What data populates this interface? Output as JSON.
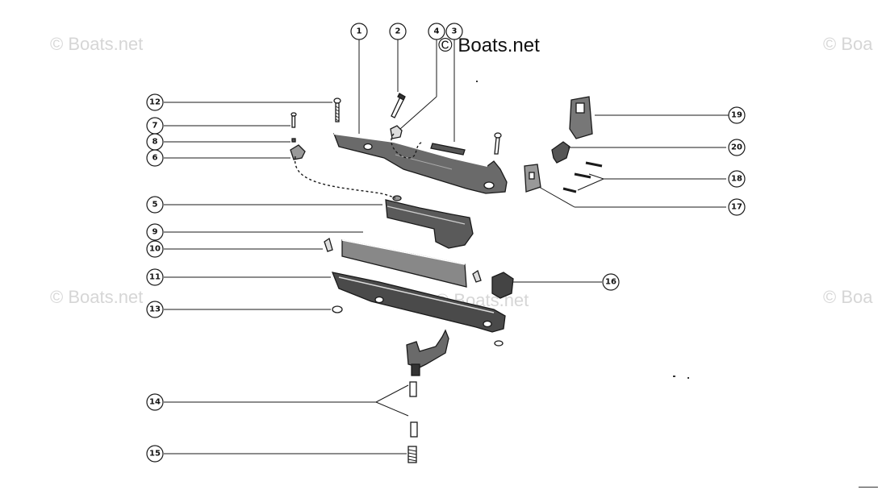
{
  "watermark": {
    "text": "© Boats.net",
    "corner_text": "© Boats.net",
    "cut_text": "© Boa"
  },
  "callouts": {
    "c1": "1",
    "c2": "2",
    "c3": "3",
    "c4": "4",
    "c5": "5",
    "c6": "6",
    "c7": "7",
    "c8": "8",
    "c9": "9",
    "c10": "10",
    "c11": "11",
    "c12": "12",
    "c13": "13",
    "c14": "14",
    "c15": "15",
    "c16": "16",
    "c17": "17",
    "c18": "18",
    "c19": "19",
    "c20": "20"
  },
  "colors": {
    "ink": "#1a1a1a",
    "watermark": "#d6d6d6",
    "background": "#ffffff"
  }
}
